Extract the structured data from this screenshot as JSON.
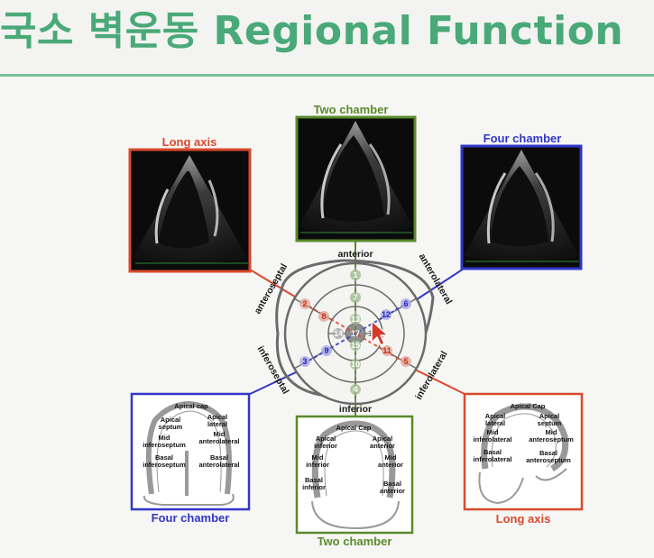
{
  "slide": {
    "title": "국소 벽운동 Regional Function"
  },
  "colors": {
    "title_green": "#4aa978",
    "red": "#d8492d",
    "green": "#5a8a2c",
    "blue": "#3236c8"
  },
  "views": {
    "long_axis_top": "Long axis",
    "two_chamber_top": "Two chamber",
    "four_chamber_top": "Four chamber",
    "four_chamber_bottom": "Four chamber",
    "two_chamber_bottom": "Two chamber",
    "long_axis_bottom": "Long axis"
  },
  "bullseye_labels": {
    "anterior": "anterior",
    "inferior": "inferior",
    "anteroseptal": "anteroseptal",
    "inferoseptal": "inferoseptal",
    "anterolateral": "anterolateral",
    "inferolateral": "inferolateral"
  },
  "segments": {
    "s1": "1",
    "s2": "2",
    "s3": "3",
    "s4": "4",
    "s5": "5",
    "s6": "6",
    "s7": "7",
    "s8": "8",
    "s9": "9",
    "s10": "10",
    "s11": "11",
    "s12": "12",
    "s13": "13",
    "s14": "14",
    "s15": "15",
    "s16": "16",
    "s17": "17"
  },
  "four_chamber_labels": {
    "apical_cap": "Apical cap",
    "apical_septum_1": "Apical",
    "apical_septum_2": "septum",
    "apical_lateral_1": "Apical",
    "apical_lateral_2": "lateral",
    "mid_inferoseptum_1": "Mid",
    "mid_inferoseptum_2": "inferoseptum",
    "mid_anterolateral_1": "Mid",
    "mid_anterolateral_2": "anterolateral",
    "basal_inferoseptum_1": "Basal",
    "basal_inferoseptum_2": "inferoseptum",
    "basal_anterolateral_1": "Basal",
    "basal_anterolateral_2": "anterolateral"
  },
  "two_chamber_labels": {
    "apical_cap": "Apical Cap",
    "apical_inferior_1": "Apical",
    "apical_inferior_2": "inferior",
    "apical_anterior_1": "Apical",
    "apical_anterior_2": "anterior",
    "mid_inferior_1": "Mid",
    "mid_inferior_2": "inferior",
    "mid_anterior_1": "Mid",
    "mid_anterior_2": "anterior",
    "basal_inferior_1": "Basal",
    "basal_inferior_2": "inferior",
    "basal_anterior_1": "Basal",
    "basal_anterior_2": "anterior"
  },
  "long_axis_labels": {
    "apical_cap": "Apical Cap",
    "apical_lateral_1": "Apical",
    "apical_lateral_2": "lateral",
    "apical_septum_1": "Apical",
    "apical_septum_2": "septum",
    "mid_inferolateral_1": "Mid",
    "mid_inferolateral_2": "inferolateral",
    "mid_anteroseptum_1": "Mid",
    "mid_anteroseptum_2": "anteroseptum",
    "basal_inferolateral_1": "Basal",
    "basal_inferolateral_2": "inferolateral",
    "basal_anteroseptum_1": "Basal",
    "basal_anteroseptum_2": "anteroseptum"
  }
}
